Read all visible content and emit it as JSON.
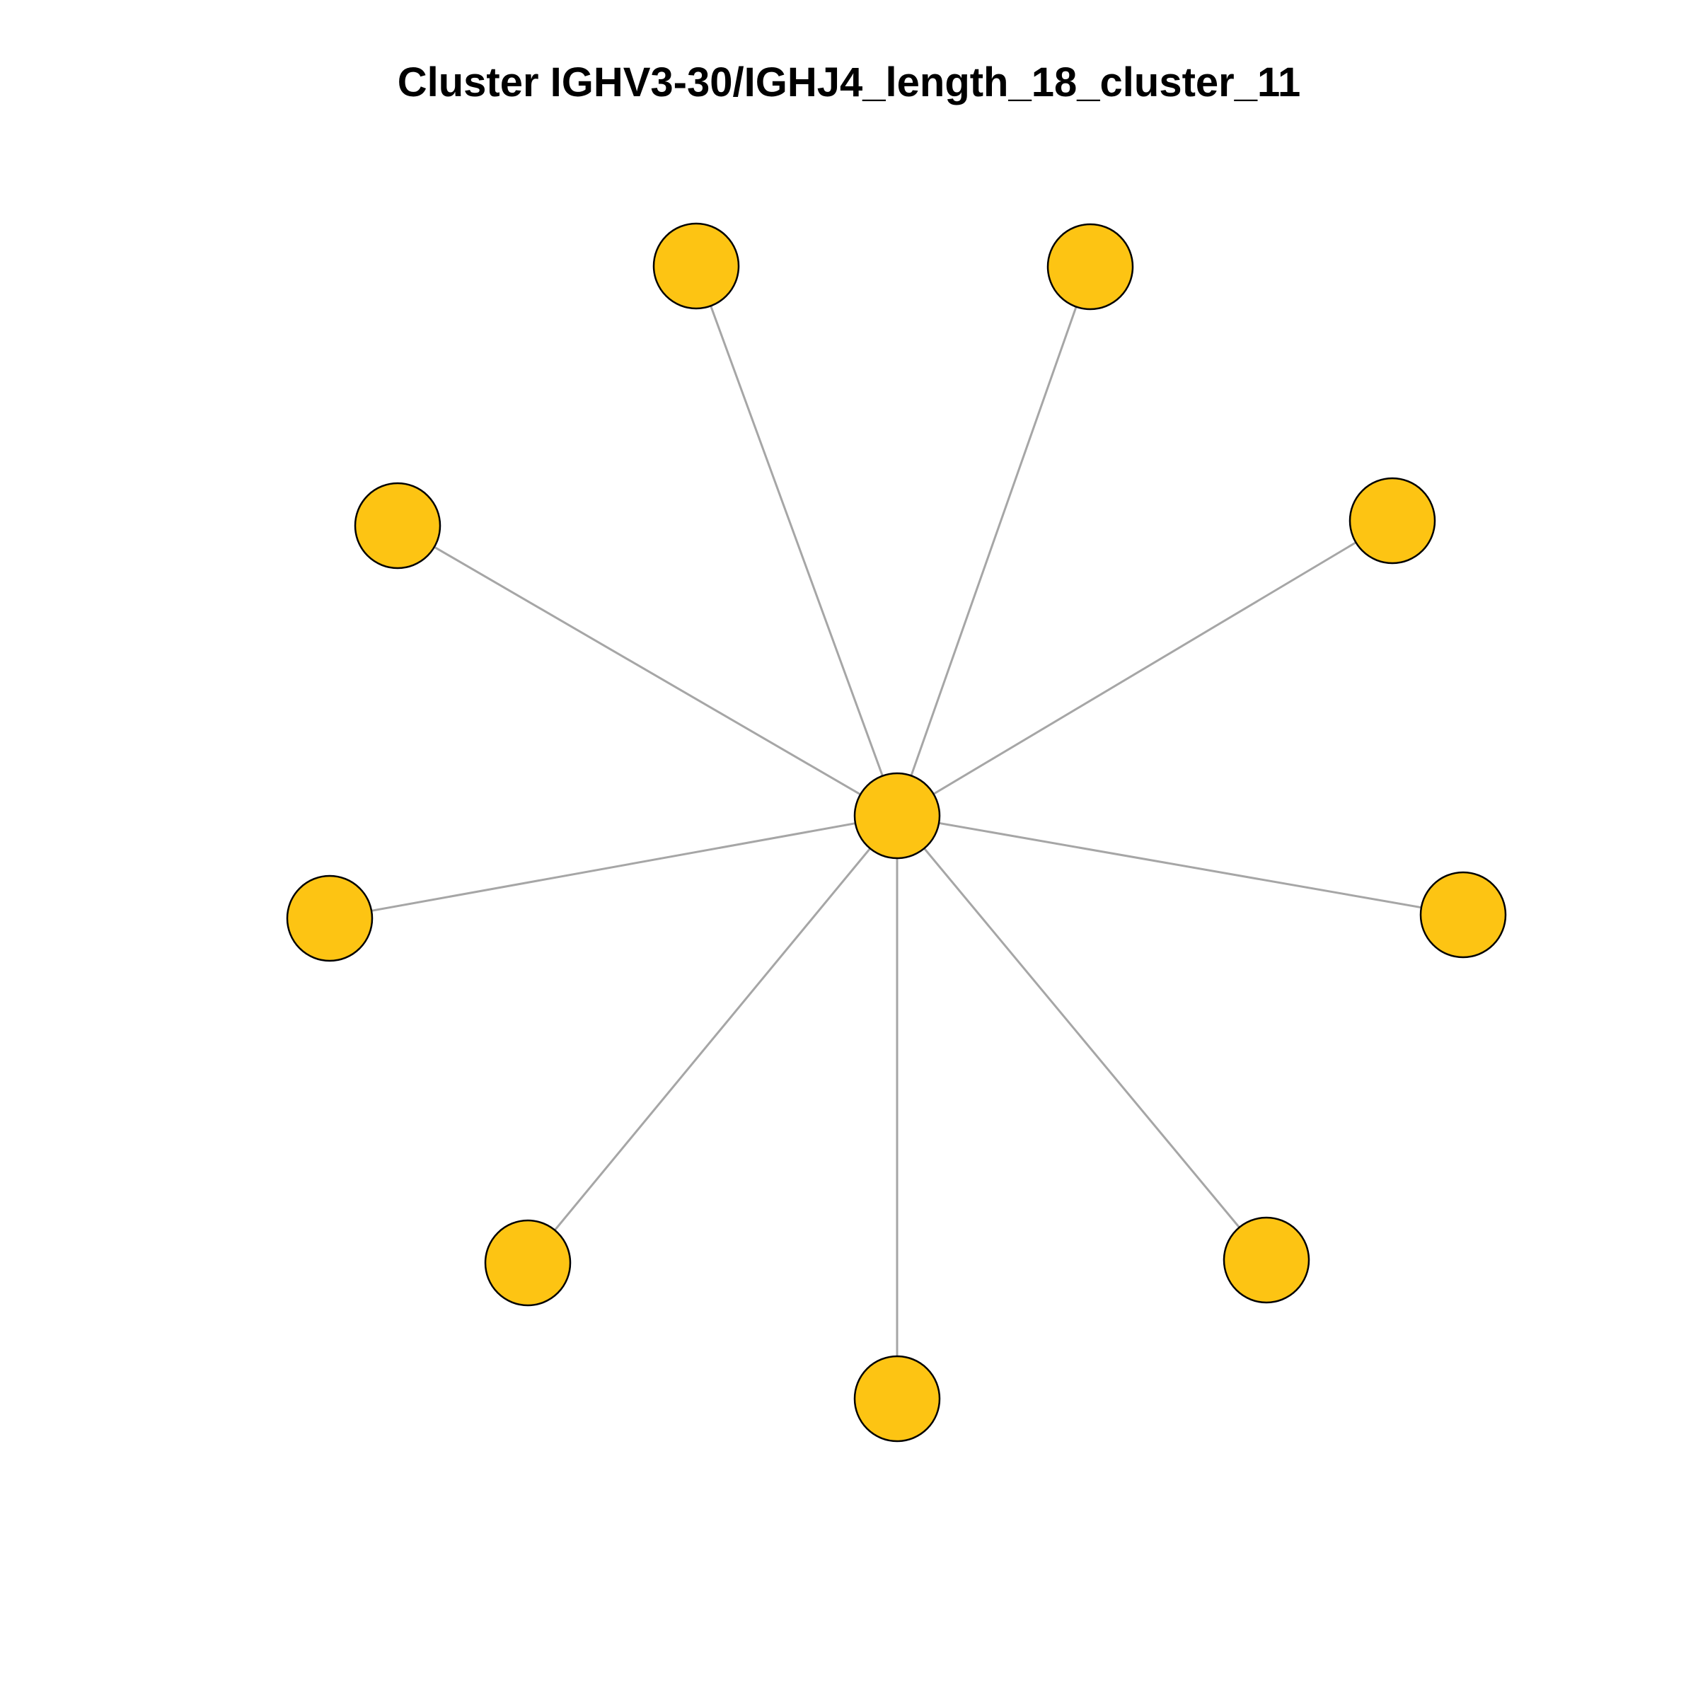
{
  "title": "Cluster IGHV3-30/IGHJ4_length_18_cluster_11",
  "colors": {
    "node_fill": "#fdc413",
    "node_stroke": "#000000",
    "edge": "#a6a6a6"
  },
  "graph": {
    "layout": "star",
    "center_node": "n0",
    "nodes": [
      "n0",
      "n1",
      "n2",
      "n3",
      "n4",
      "n5",
      "n6",
      "n7",
      "n8",
      "n9"
    ],
    "edges": [
      [
        "n0",
        "n1"
      ],
      [
        "n0",
        "n2"
      ],
      [
        "n0",
        "n3"
      ],
      [
        "n0",
        "n4"
      ],
      [
        "n0",
        "n5"
      ],
      [
        "n0",
        "n6"
      ],
      [
        "n0",
        "n7"
      ],
      [
        "n0",
        "n8"
      ],
      [
        "n0",
        "n9"
      ]
    ]
  }
}
